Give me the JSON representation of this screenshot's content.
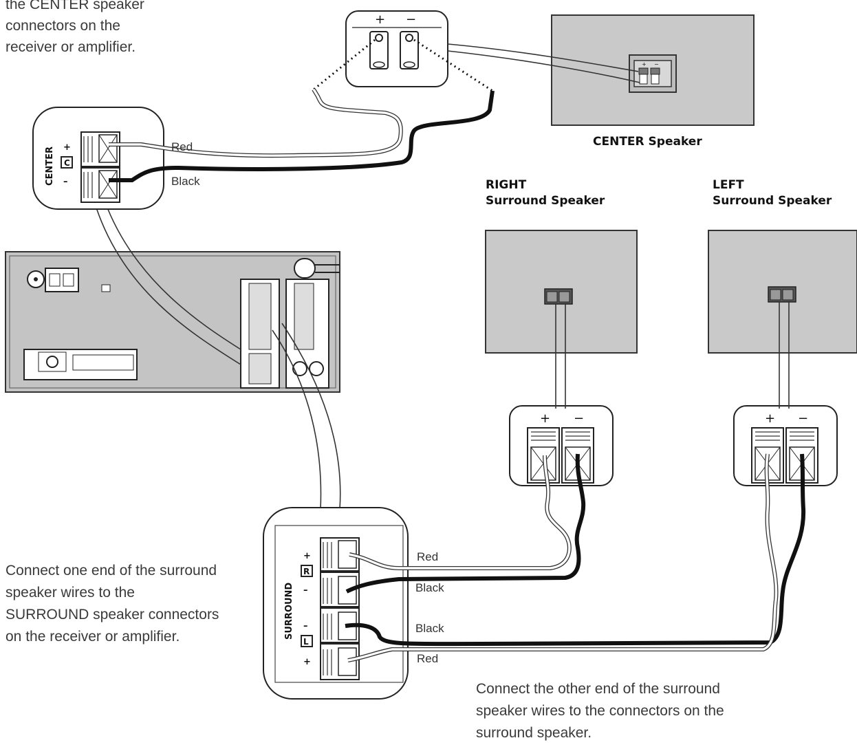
{
  "captions": {
    "top_left": [
      "the CENTER speaker",
      "connectors on the",
      "receiver or amplifier."
    ],
    "surround_left": [
      "Connect one end of the surround",
      "speaker wires to the",
      "SURROUND speaker connectors",
      "on the receiver or amplifier."
    ],
    "bottom_right": [
      "Connect the other end of the surround",
      "speaker wires to the connectors on the",
      "surround speaker."
    ]
  },
  "speakers": {
    "center": {
      "label": "CENTER Speaker"
    },
    "right": {
      "line1": "RIGHT",
      "line2": "Surround Speaker"
    },
    "left": {
      "line1": "LEFT",
      "line2": "Surround Speaker"
    }
  },
  "center_panel": {
    "group_label": "CENTER",
    "channel": "C",
    "plus": "+",
    "minus": "–"
  },
  "surround_panel": {
    "group_label": "SURROUND",
    "right_channel": "R",
    "left_channel": "L",
    "plus": "+",
    "minus": "–"
  },
  "terminal_signs": {
    "plus": "+",
    "minus": "−"
  },
  "wire_labels": {
    "center_red": "Red",
    "center_black": "Black",
    "surround_right_red": "Red",
    "surround_right_black": "Black",
    "surround_left_black": "Black",
    "surround_left_red": "Red"
  },
  "colors": {
    "speaker_fill": "#c9c9c9",
    "receiver_fill": "#c4c4c4",
    "black_wire": "#111111",
    "red_wire": "#ffffff",
    "line": "#222222"
  }
}
